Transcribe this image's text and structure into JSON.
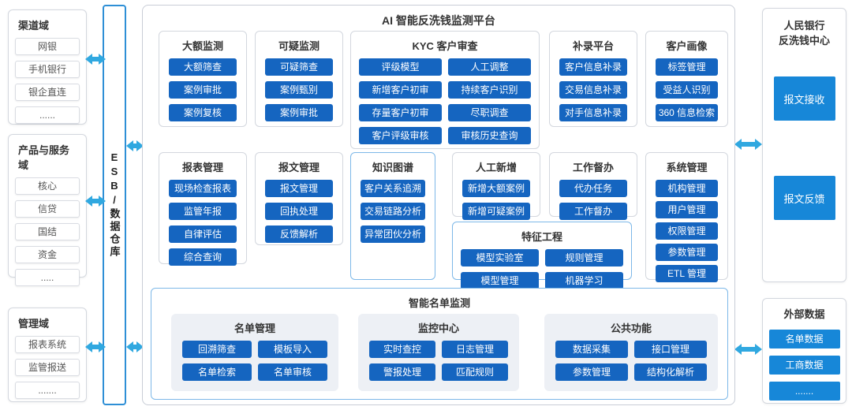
{
  "colors": {
    "button_blue": "#1565c0",
    "panel_blue": "#1787d8",
    "arrow_blue": "#30a8e0",
    "esb_border": "#2e8fd6",
    "highlight_border": "#7db8e8"
  },
  "left_domains": [
    {
      "title": "渠道域",
      "items": [
        "网银",
        "手机银行",
        "银企直连",
        "......"
      ]
    },
    {
      "title": "产品与服务域",
      "items": [
        "核心",
        "信贷",
        "国结",
        "资金",
        "....."
      ]
    },
    {
      "title": "管理域",
      "items": [
        "报表系统",
        "监管报送",
        "......."
      ]
    }
  ],
  "esb_label": "ESB/数据仓库",
  "platform": {
    "title": "AI 智能反洗钱监测平台",
    "modules": {
      "large_amount": {
        "title": "大额监测",
        "items": [
          "大额筛查",
          "案例审批",
          "案例复核"
        ]
      },
      "suspicious": {
        "title": "可疑监测",
        "items": [
          "可疑筛查",
          "案例甄别",
          "案例审批"
        ]
      },
      "kyc": {
        "title": "KYC 客户审查",
        "items": [
          "评级模型",
          "人工调整",
          "新增客户初审",
          "持续客户识别",
          "存量客户初审",
          "尽职调查",
          "客户评级审核",
          "审核历史查询"
        ]
      },
      "supplement": {
        "title": "补录平台",
        "items": [
          "客户信息补录",
          "交易信息补录",
          "对手信息补录"
        ]
      },
      "profile": {
        "title": "客户画像",
        "items": [
          "标签管理",
          "受益人识别",
          "360 信息检索"
        ]
      },
      "report_forms": {
        "title": "报表管理",
        "items": [
          "现场检查报表",
          "监管年报",
          "自律评估",
          "综合查询"
        ]
      },
      "message": {
        "title": "报文管理",
        "items": [
          "报文管理",
          "回执处理",
          "反馈解析"
        ]
      },
      "knowledge_graph": {
        "title": "知识图谱",
        "items": [
          "客户关系追溯",
          "交易链路分析",
          "异常团伙分析"
        ]
      },
      "manual_add": {
        "title": "人工新增",
        "items": [
          "新增大额案例",
          "新增可疑案例"
        ]
      },
      "supervision": {
        "title": "工作督办",
        "items": [
          "代办任务",
          "工作督办"
        ]
      },
      "system": {
        "title": "系统管理",
        "items": [
          "机构管理",
          "用户管理",
          "权限管理",
          "参数管理",
          "ETL 管理"
        ]
      },
      "feature_eng": {
        "title": "特征工程",
        "items": [
          "模型实验室",
          "规则管理",
          "模型管理",
          "机器学习"
        ]
      }
    },
    "list_monitor": {
      "title": "智能名单监测",
      "groups": [
        {
          "title": "名单管理",
          "items": [
            "回溯筛查",
            "模板导入",
            "名单检索",
            "名单审核"
          ]
        },
        {
          "title": "监控中心",
          "items": [
            "实时查控",
            "日志管理",
            "警报处理",
            "匹配规则"
          ]
        },
        {
          "title": "公共功能",
          "items": [
            "数据采集",
            "接口管理",
            "参数管理",
            "结构化解析"
          ]
        }
      ]
    }
  },
  "right_panels": {
    "pboc": {
      "title_line1": "人民银行",
      "title_line2": "反洗钱中心",
      "items": [
        "报文接收",
        "报文反馈"
      ]
    },
    "external": {
      "title": "外部数据",
      "items": [
        "名单数据",
        "工商数据",
        "......."
      ]
    }
  }
}
